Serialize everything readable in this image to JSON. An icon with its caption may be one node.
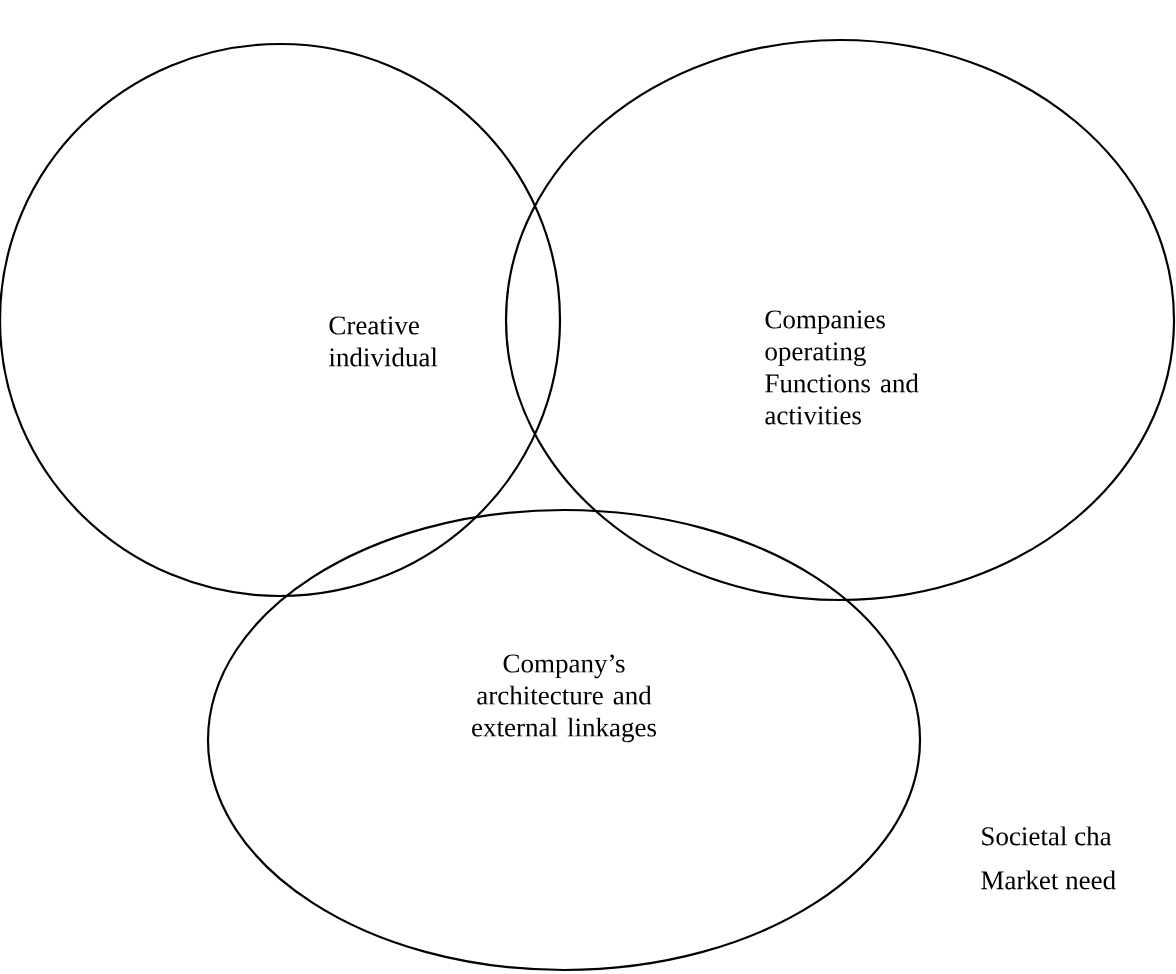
{
  "diagram": {
    "nodes": [
      {
        "text": [
          "Creative individual"
        ]
      },
      {
        "text": [
          "Companies operating Functions and activities"
        ]
      },
      {
        "text": [
          "Company’s architecture and external linkages"
        ]
      }
    ],
    "labels": [
      "Societal cha",
      "Market need"
    ]
  }
}
